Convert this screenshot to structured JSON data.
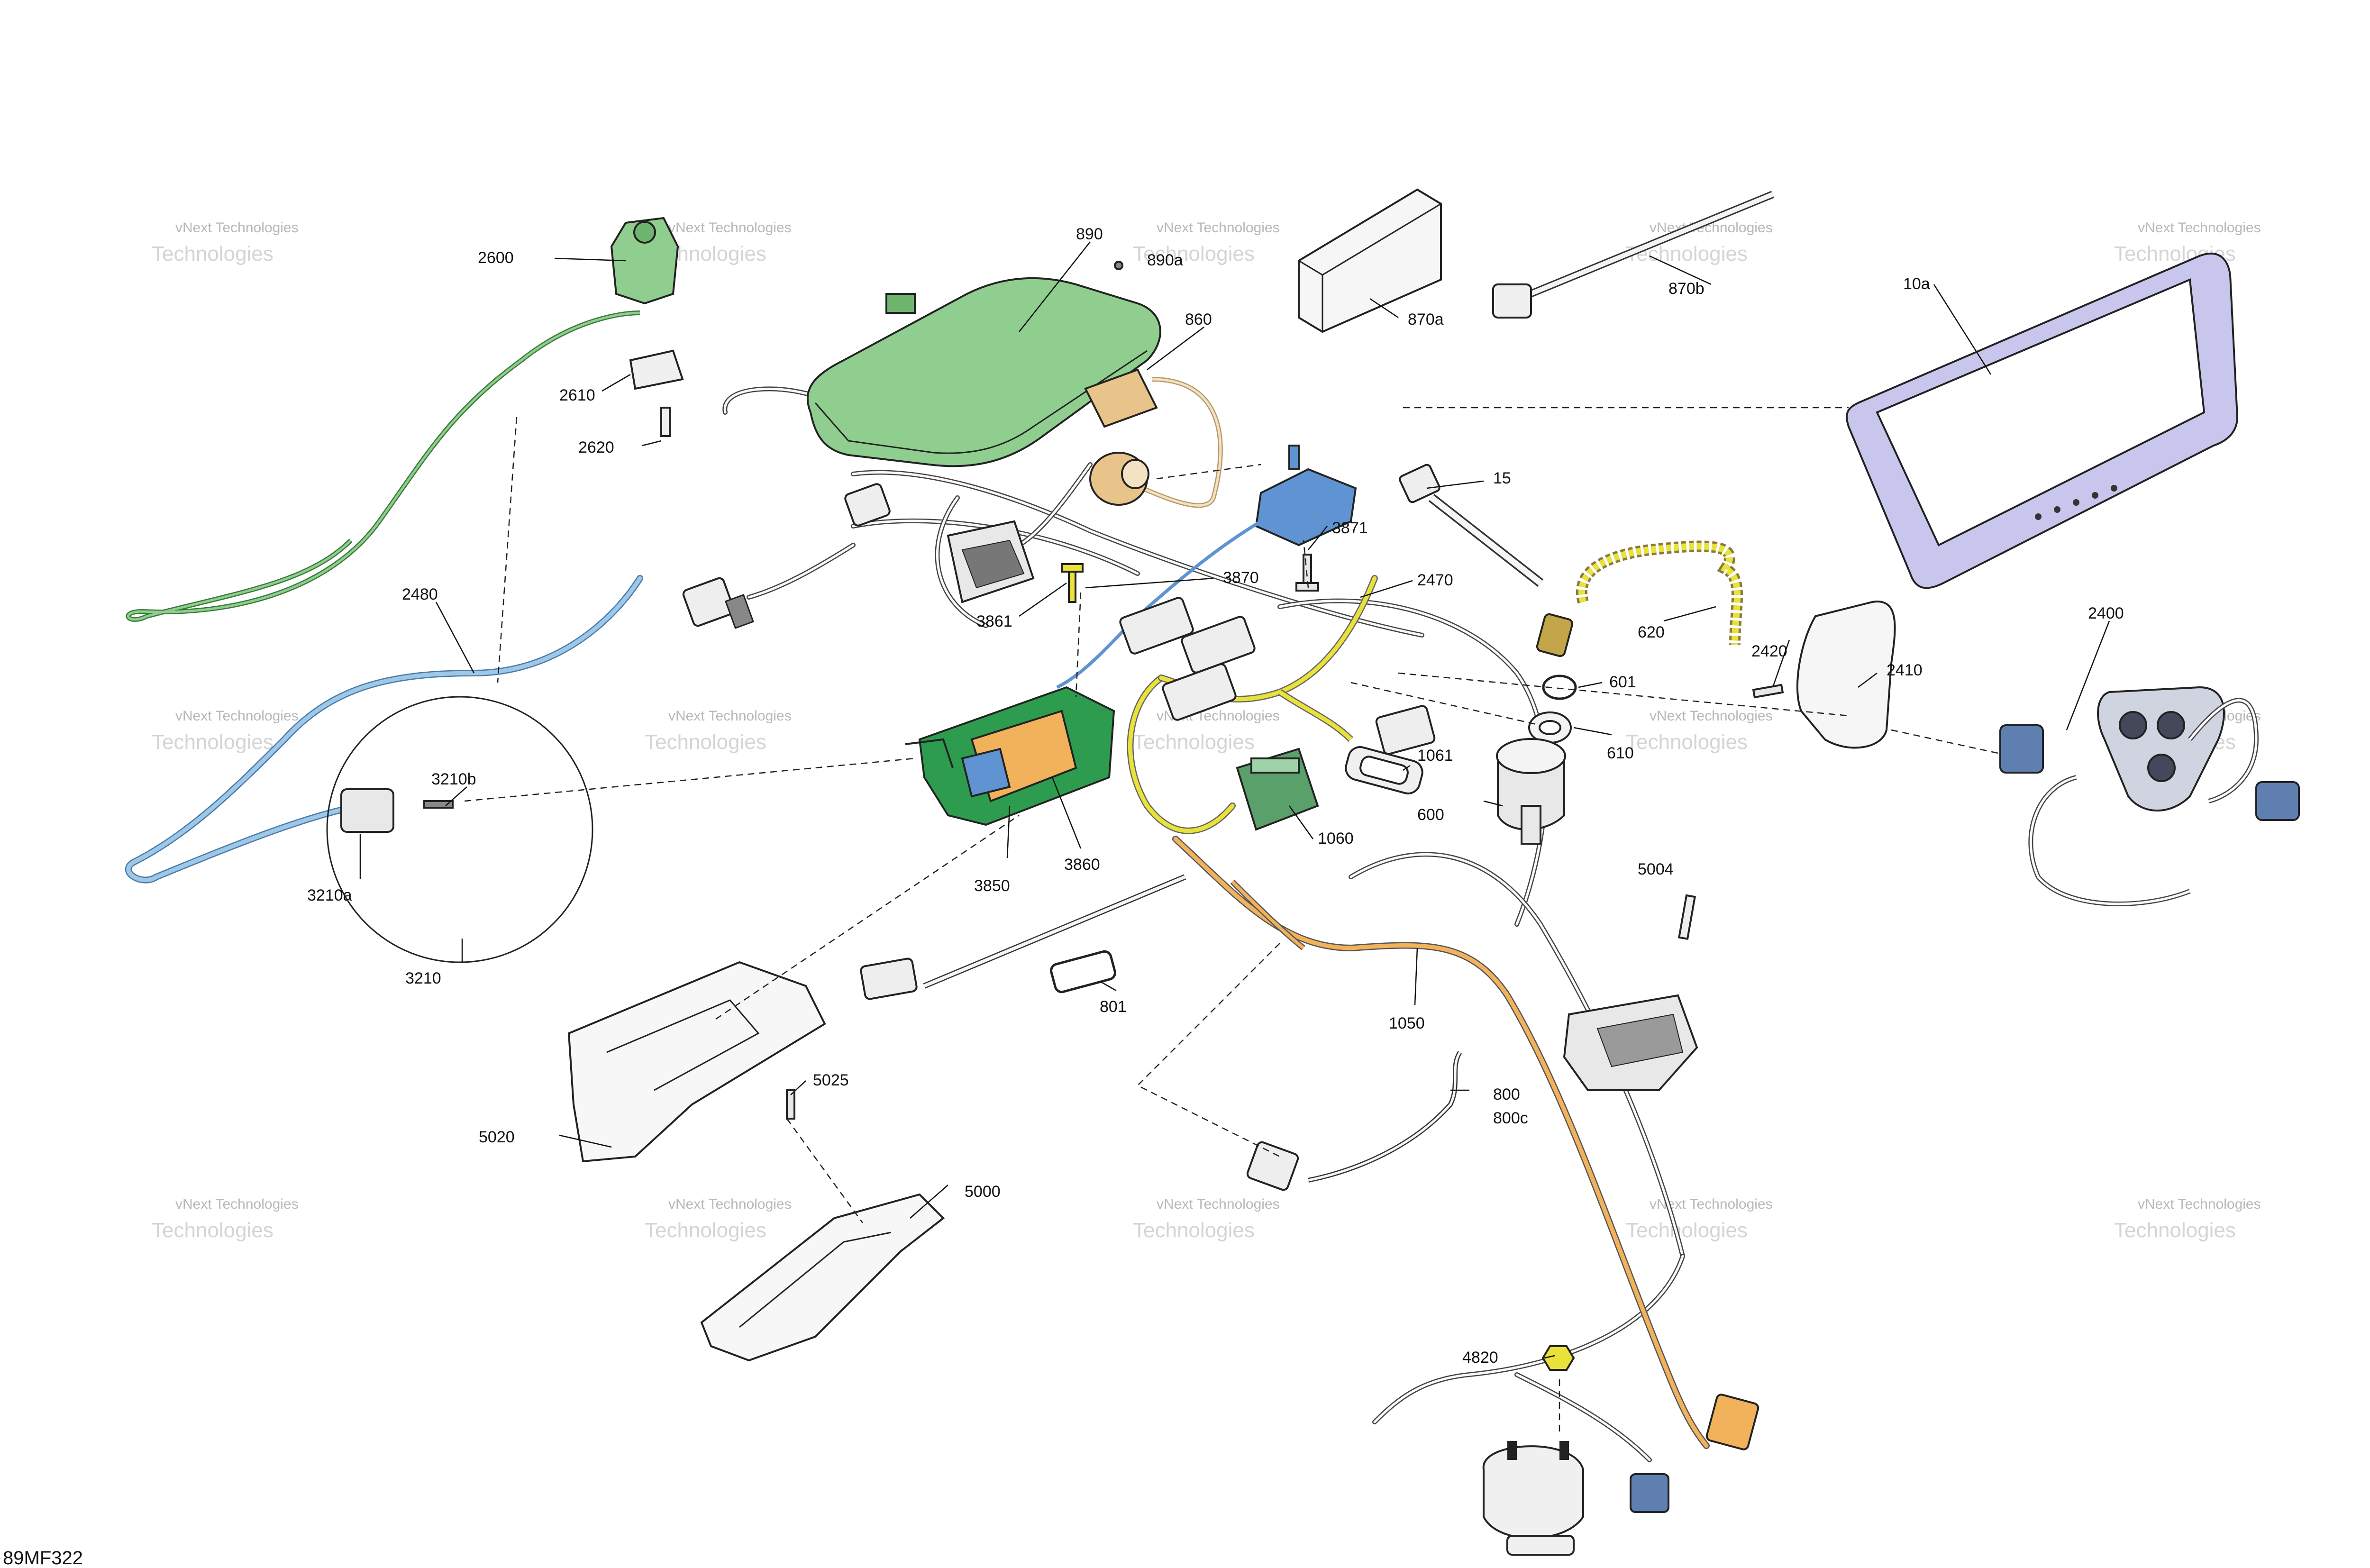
{
  "diagram_code": "89MF322",
  "watermark": {
    "line1": "vNext Technologies",
    "line2": "Technologies"
  },
  "colors": {
    "green": "#8fce8f",
    "blue": "#9ec8e8",
    "orange": "#f2b25c",
    "yellow": "#e8e23a",
    "lavender": "#c9c6ee",
    "steel_blue": "#5f93d1",
    "tan": "#e8c48a"
  },
  "callouts": [
    {
      "id": "c2600",
      "label": "2600"
    },
    {
      "id": "c2610",
      "label": "2610"
    },
    {
      "id": "c2620",
      "label": "2620"
    },
    {
      "id": "c2480",
      "label": "2480"
    },
    {
      "id": "c3210b",
      "label": "3210b"
    },
    {
      "id": "c3210a",
      "label": "3210a"
    },
    {
      "id": "c3210",
      "label": "3210"
    },
    {
      "id": "c890",
      "label": "890"
    },
    {
      "id": "c890a",
      "label": "890a"
    },
    {
      "id": "c860",
      "label": "860"
    },
    {
      "id": "c870a",
      "label": "870a"
    },
    {
      "id": "c870b",
      "label": "870b"
    },
    {
      "id": "c10a",
      "label": "10a"
    },
    {
      "id": "c15",
      "label": "15"
    },
    {
      "id": "c3871",
      "label": "3871"
    },
    {
      "id": "c3870",
      "label": "3870"
    },
    {
      "id": "c3861",
      "label": "3861"
    },
    {
      "id": "c2470",
      "label": "2470"
    },
    {
      "id": "c620",
      "label": "620"
    },
    {
      "id": "c2420",
      "label": "2420"
    },
    {
      "id": "c2410",
      "label": "2410"
    },
    {
      "id": "c2400",
      "label": "2400"
    },
    {
      "id": "c601",
      "label": "601"
    },
    {
      "id": "c610",
      "label": "610"
    },
    {
      "id": "c1061",
      "label": "1061"
    },
    {
      "id": "c600",
      "label": "600"
    },
    {
      "id": "c1060",
      "label": "1060"
    },
    {
      "id": "c3850",
      "label": "3850"
    },
    {
      "id": "c3860",
      "label": "3860"
    },
    {
      "id": "c5004",
      "label": "5004"
    },
    {
      "id": "c801",
      "label": "801"
    },
    {
      "id": "c1050",
      "label": "1050"
    },
    {
      "id": "c800",
      "label": "800"
    },
    {
      "id": "c800c",
      "label": "800c"
    },
    {
      "id": "c5025",
      "label": "5025"
    },
    {
      "id": "c5020",
      "label": "5020"
    },
    {
      "id": "c5000",
      "label": "5000"
    },
    {
      "id": "c4820",
      "label": "4820"
    }
  ]
}
